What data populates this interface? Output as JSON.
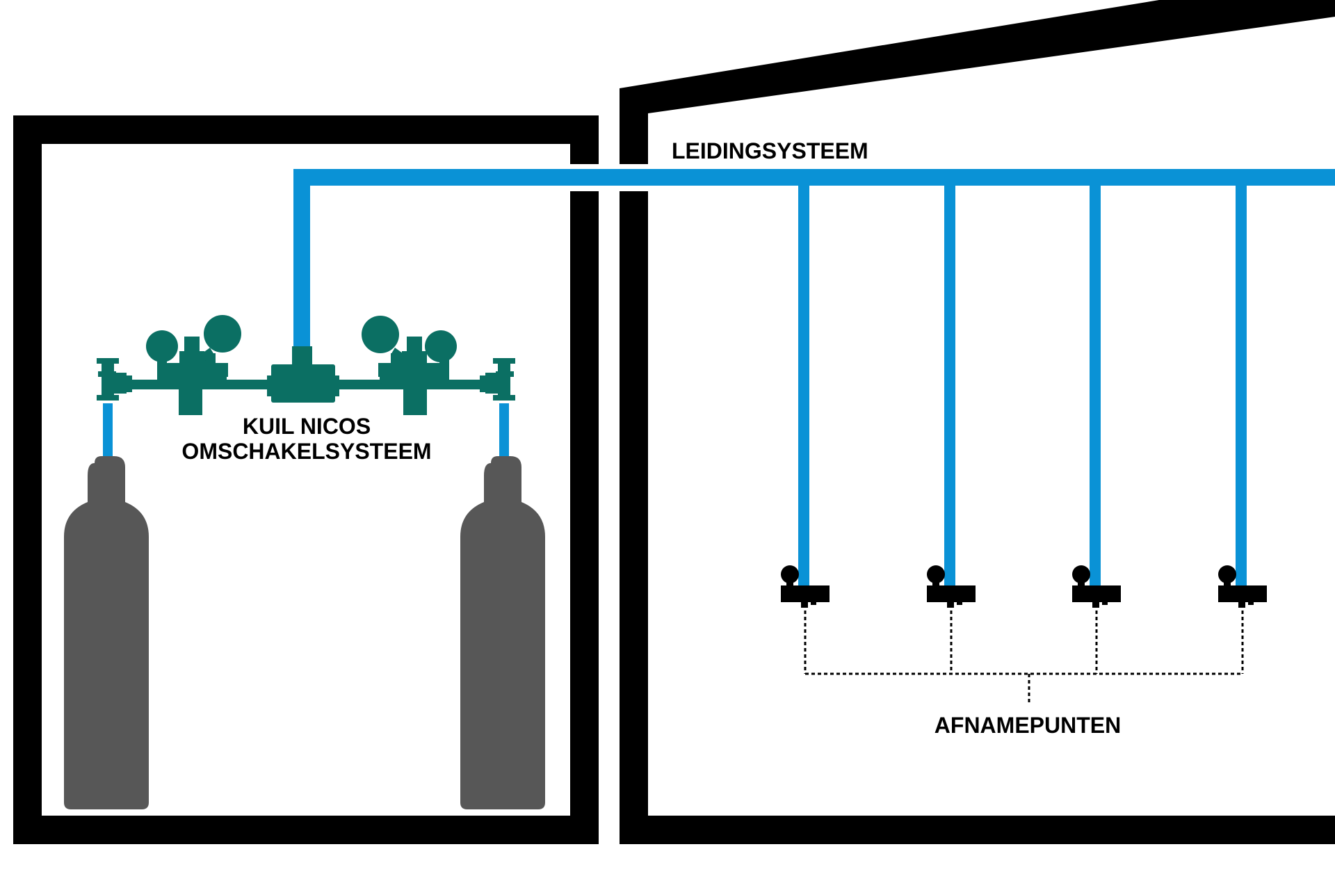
{
  "labels": {
    "switchover_line1": "KUIL NICOS",
    "switchover_line2": "OMSCHAKELSYSTEEM",
    "pipe_system": "LEIDINGSYSTEEM",
    "outlets": "AFNAMEPUNTEN"
  },
  "colors": {
    "wall": "#000000",
    "pipe": "#0a92d6",
    "regulator": "#0b6f63",
    "cylinder": "#575757",
    "outlet": "#000000",
    "background": "#ffffff"
  },
  "icons": {
    "cylinder": "gas-cylinder-icon",
    "regulator": "pressure-regulator-icon",
    "gauge": "pressure-gauge-icon",
    "outlet": "outlet-point-icon"
  }
}
